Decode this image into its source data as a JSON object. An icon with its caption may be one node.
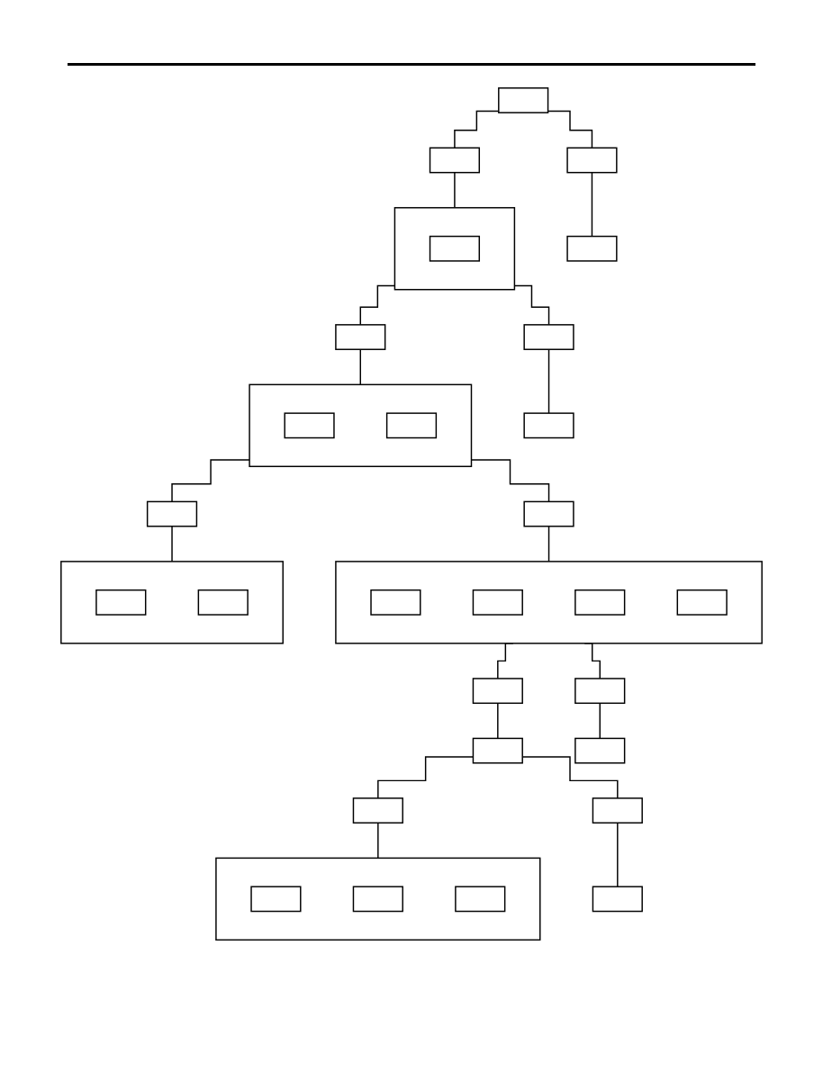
{
  "diagram": {
    "nodes": [
      {
        "text": [],
        "shape": "box"
      },
      {
        "text": [],
        "shape": "box"
      },
      {
        "text": [],
        "shape": "box"
      },
      {
        "text": [],
        "shape": "box"
      },
      {
        "text": [],
        "shape": "box",
        "in": 3
      },
      {
        "text": [],
        "shape": "box"
      },
      {
        "text": [],
        "shape": "box"
      },
      {
        "text": [],
        "shape": "box"
      },
      {
        "text": [],
        "shape": "box"
      },
      {
        "text": [],
        "shape": "box",
        "in": 8
      },
      {
        "text": [],
        "shape": "box",
        "in": 8
      },
      {
        "text": [],
        "shape": "box"
      },
      {
        "text": [],
        "shape": "box"
      },
      {
        "text": [],
        "shape": "box"
      },
      {
        "text": [],
        "shape": "box"
      },
      {
        "text": [],
        "shape": "box",
        "in": 14
      },
      {
        "text": [],
        "shape": "box",
        "in": 14
      },
      {
        "text": [],
        "shape": "box",
        "in": 14
      },
      {
        "text": [],
        "shape": "box",
        "in": 14
      },
      {
        "text": [],
        "shape": "box"
      },
      {
        "text": [],
        "shape": "box",
        "in": 19
      },
      {
        "text": [],
        "shape": "box",
        "in": 19
      },
      {
        "text": [],
        "shape": "box"
      },
      {
        "text": [],
        "shape": "box"
      },
      {
        "text": [],
        "shape": "box"
      },
      {
        "text": [],
        "shape": "box"
      },
      {
        "text": [],
        "shape": "box"
      },
      {
        "text": [],
        "shape": "box"
      },
      {
        "text": [],
        "shape": "box"
      },
      {
        "text": [],
        "shape": "box",
        "in": 28
      },
      {
        "text": [],
        "shape": "box",
        "in": 28
      },
      {
        "text": [],
        "shape": "box",
        "in": 28
      },
      {
        "text": [],
        "shape": "box"
      }
    ],
    "edges": [
      {
        "from": 0,
        "to": 1,
        "arrow": "none"
      },
      {
        "from": 0,
        "to": 2,
        "arrow": "none"
      },
      {
        "from": 1,
        "to": 3,
        "arrow": "none"
      },
      {
        "from": 2,
        "to": 5,
        "arrow": "none"
      },
      {
        "from": 3,
        "to": 6,
        "arrow": "none"
      },
      {
        "from": 3,
        "to": 7,
        "arrow": "none"
      },
      {
        "from": 6,
        "to": 8,
        "arrow": "none"
      },
      {
        "from": 7,
        "to": 11,
        "arrow": "none"
      },
      {
        "from": 8,
        "to": 12,
        "arrow": "none"
      },
      {
        "from": 8,
        "to": 13,
        "arrow": "none"
      },
      {
        "from": 12,
        "to": 14,
        "arrow": "none"
      },
      {
        "from": 13,
        "to": 19,
        "arrow": "none"
      },
      {
        "from": 14,
        "to": 22,
        "arrow": "none"
      },
      {
        "from": 14,
        "to": 23,
        "arrow": "none"
      },
      {
        "from": 22,
        "to": 24,
        "arrow": "none"
      },
      {
        "from": 23,
        "to": 25,
        "arrow": "none"
      },
      {
        "from": 24,
        "to": 26,
        "arrow": "none"
      },
      {
        "from": 24,
        "to": 27,
        "arrow": "none"
      },
      {
        "from": 26,
        "to": 28,
        "arrow": "none"
      },
      {
        "from": 27,
        "to": 32,
        "arrow": "none"
      }
    ]
  }
}
